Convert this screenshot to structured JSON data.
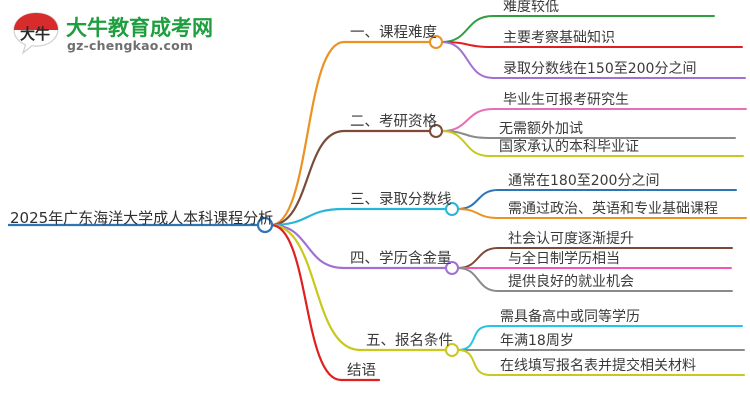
{
  "logo": {
    "name_cn": "大牛教育成考网",
    "url": "gz-chengkao.com",
    "mark_text": "大牛",
    "color_green": "#1e9e3e",
    "color_red": "#d82b2b",
    "color_url": "#6f6f6f"
  },
  "mindmap": {
    "root": {
      "label": "2025年广东海洋大学成人本科课程分析",
      "color": "#2e75b6",
      "node_color": "#2e75b6"
    },
    "branches": [
      {
        "label": "一、课程难度",
        "color": "#ed9121",
        "children": [
          {
            "label": "难度较低",
            "color": "#2f9e41"
          },
          {
            "label": "主要考察基础知识",
            "color": "#e02020"
          },
          {
            "label": "录取分数线在150至200分之间",
            "color": "#a26fd4"
          }
        ]
      },
      {
        "label": "二、考研资格",
        "color": "#7b4b3a",
        "children": [
          {
            "label": "毕业生可报考研究生",
            "color": "#e86fb6"
          },
          {
            "label": "无需额外加试",
            "color": "#8a8a8a"
          },
          {
            "label": "国家承认的本科毕业证",
            "color": "#c8c81e"
          }
        ]
      },
      {
        "label": "三、录取分数线",
        "color": "#28b6d8",
        "children": [
          {
            "label": "通常在180至200分之间",
            "color": "#2e75b6"
          },
          {
            "label": "需通过政治、英语和专业基础课程",
            "color": "#ed9121"
          }
        ]
      },
      {
        "label": "四、学历含金量",
        "color": "#a26fd4",
        "children": [
          {
            "label": "社会认可度逐渐提升",
            "color": "#7b4b3a"
          },
          {
            "label": "与全日制学历相当",
            "color": "#f055b8"
          },
          {
            "label": "提供良好的就业机会",
            "color": "#8a8a8a"
          }
        ]
      },
      {
        "label": "五、报名条件",
        "color": "#c8c81e",
        "children": [
          {
            "label": "需具备高中或同等学历",
            "color": "#28c3e8"
          },
          {
            "label": "年满18周岁",
            "color": "#8a8a8a"
          },
          {
            "label": "在线填写报名表并提交相关材料",
            "color": "#c8c81e"
          }
        ]
      },
      {
        "label": "结语",
        "color": "#e02020",
        "children": []
      }
    ]
  }
}
